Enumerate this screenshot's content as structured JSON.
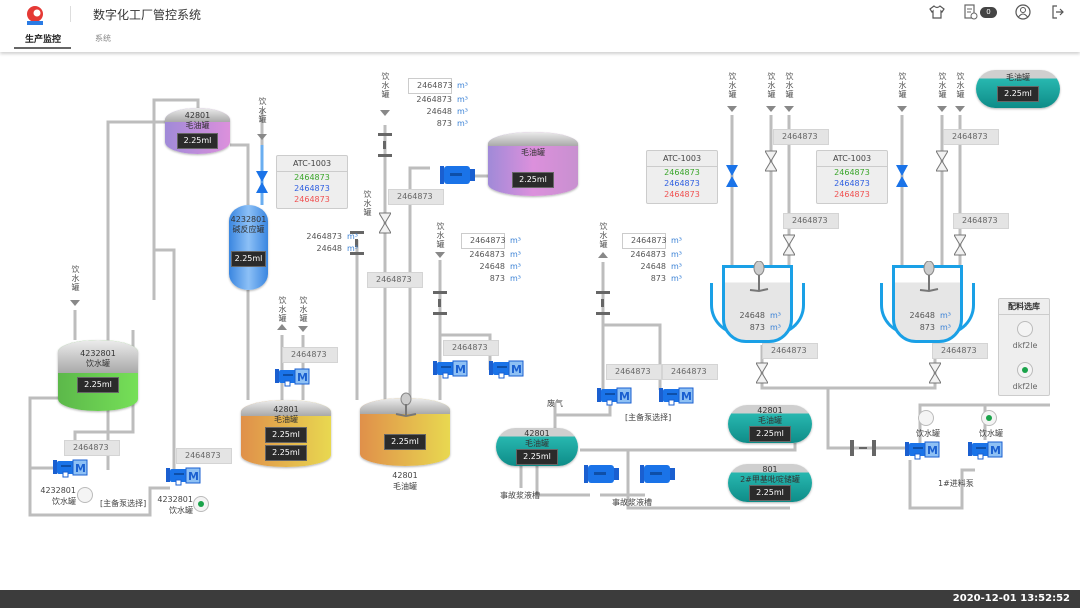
{
  "header": {
    "title": "数字化工厂管控系统",
    "tabs": [
      {
        "label": "生产监控",
        "active": true
      },
      {
        "label": "系统",
        "active": false
      }
    ],
    "badge": "0",
    "icons": [
      "shirt-icon",
      "report-icon",
      "user-icon",
      "logout-icon"
    ]
  },
  "footer": {
    "datetime": "2020-12-01 13:52:52"
  },
  "colors": {
    "green": "#3aa52a",
    "blue": "#2f5fe0",
    "red": "#f05050",
    "pump": "#1a73e8",
    "pipe": "#bdbdbd",
    "reactor": "#1aa0e6"
  },
  "labels": {
    "water": "饮水罐",
    "waste_gas": "废气",
    "pump_select": "[主备泵选择]",
    "accident_tank": "事故浆液槽",
    "feed_pump": "1#进料泵",
    "unit": "m³",
    "id_long": "4232801"
  },
  "tanks": [
    {
      "id": "42801",
      "name": "毛油罐",
      "level": "2.25ml"
    },
    {
      "id": "4232801",
      "name": "碱反应罐",
      "level": "2.25ml"
    },
    {
      "id": "4232801",
      "name": "饮水罐",
      "level": "2.25ml"
    },
    {
      "id": "42801",
      "name": "毛油罐",
      "level": "2.25ml",
      "level2": "2.25ml"
    },
    {
      "id": "42801",
      "name": "毛油罐",
      "level": "2.25ml"
    },
    {
      "name": "毛油罐",
      "level": "2.25ml"
    },
    {
      "id": "42801",
      "name": "毛油罐",
      "level": "2.25ml"
    },
    {
      "id": "42801",
      "name": "毛油罐",
      "level": "2.25ml"
    },
    {
      "id": "801",
      "name": "2#甲基吡啶储罐",
      "level": "2.25ml"
    },
    {
      "name": "毛油罐",
      "level": "2.25ml"
    }
  ],
  "atc": [
    {
      "title": "ATC-1003",
      "v1": "2464873",
      "v2": "2464873",
      "v3": "2464873"
    },
    {
      "title": "ATC-1003",
      "v1": "2464873",
      "v2": "2464873",
      "v3": "2464873"
    },
    {
      "title": "ATC-1003",
      "v1": "2464873",
      "v2": "2464873",
      "v3": "2464873"
    }
  ],
  "value_box": "2464873",
  "readouts": [
    {
      "input": "2464873",
      "lines": [
        "2464873",
        "24648",
        "873"
      ]
    },
    {
      "lines": [
        "2464873",
        "24648"
      ]
    },
    {
      "input": "2464873",
      "lines": [
        "2464873",
        "24648",
        "873"
      ]
    },
    {
      "input": "2464873",
      "lines": [
        "2464873",
        "24648",
        "873"
      ]
    }
  ],
  "reactors": [
    {
      "v1": "24648",
      "v2": "873"
    },
    {
      "v1": "24648",
      "v2": "873"
    }
  ],
  "selector": {
    "title": "配料选库",
    "options": [
      {
        "label": "dkf2le",
        "selected": false
      },
      {
        "label": "dkf2le",
        "selected": true
      }
    ]
  },
  "indicators": [
    {
      "label": "饮水罐",
      "on": false
    },
    {
      "label": "饮水罐",
      "on": true
    }
  ]
}
